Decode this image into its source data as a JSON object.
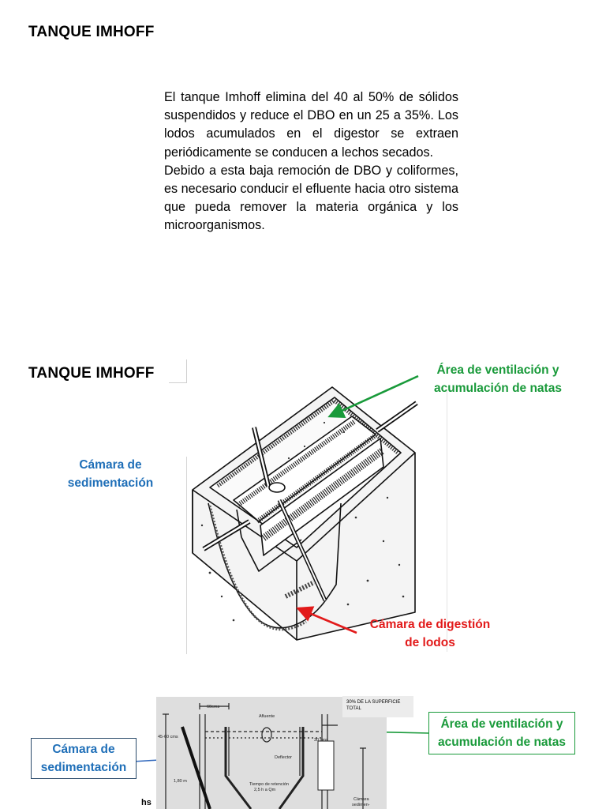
{
  "slide1": {
    "title": "TANQUE IMHOFF",
    "paragraphs": [
      "El tanque Imhoff elimina del 40 al 50% de sólidos suspendidos y reduce el DBO en un 25 a 35%. Los lodos acumulados en el digestor se extraen periódicamente se conducen a lechos secados.",
      "Debido a esta baja remoción de DBO y coliformes, es necesario conducir el efluente hacia otro sistema que pueda remover la materia orgánica y los microorganismos."
    ]
  },
  "slide2": {
    "title": "TANQUE IMHOFF",
    "label_ventilacion": [
      "Área de ventilación y",
      "acumulación de natas"
    ],
    "label_sedimentacion": [
      "Cámara de",
      "sedimentación"
    ],
    "label_digestion": [
      "Cámara de digestión",
      "de lodos"
    ]
  },
  "slide3": {
    "label_sedimentacion": [
      "Cámara de",
      "sedimentación"
    ],
    "label_ventilacion": [
      "Área de ventilación y",
      "acumulación de natas"
    ],
    "fragment_text": "hs",
    "drawing_texts": {
      "top_width": "60cms",
      "surface_note": [
        "30% DE LA SUPERFICIE",
        "TOTAL"
      ],
      "afluente": "Afluente",
      "side_dim": "45-60 cms",
      "slot_dim": "30 cms",
      "deflector": "Deflector",
      "depth": "1,80 m",
      "retention": [
        "Tiempo de retención",
        "2,5 h a Qm"
      ],
      "camara": [
        "Cámara",
        "sedimen-"
      ]
    }
  },
  "colors": {
    "blue_label": "#1f6fb8",
    "green_label": "#199a3a",
    "red_label": "#e21a1a"
  }
}
